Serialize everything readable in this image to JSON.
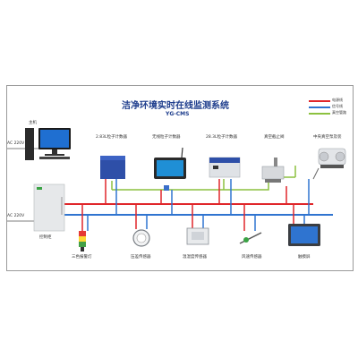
{
  "title": "洁净环境实时在线监测系统",
  "subtitle": "YG-CMS",
  "legend": [
    {
      "label": "电源线",
      "color": "#e0262a"
    },
    {
      "label": "信号线",
      "color": "#2f74d0"
    },
    {
      "label": "真空管路",
      "color": "#8cc13f"
    }
  ],
  "ac_top": "AC 220V",
  "ac_bottom": "AC 220V",
  "devices": {
    "host": "主机",
    "controller": "控制柜",
    "particle_28": "2.83L粒子计数器",
    "particle_remote": "无线粒子计数器",
    "particle_283": "28.3L粒子计数器",
    "vacuum_valve": "真空截止阀",
    "vacuum_pump": "中央真空泵及装",
    "alarm": "三色报警灯",
    "pressure": "压差传感器",
    "temp_humidity": "温湿度传感器",
    "airflow": "风速传感器",
    "touch": "触摸屏"
  }
}
